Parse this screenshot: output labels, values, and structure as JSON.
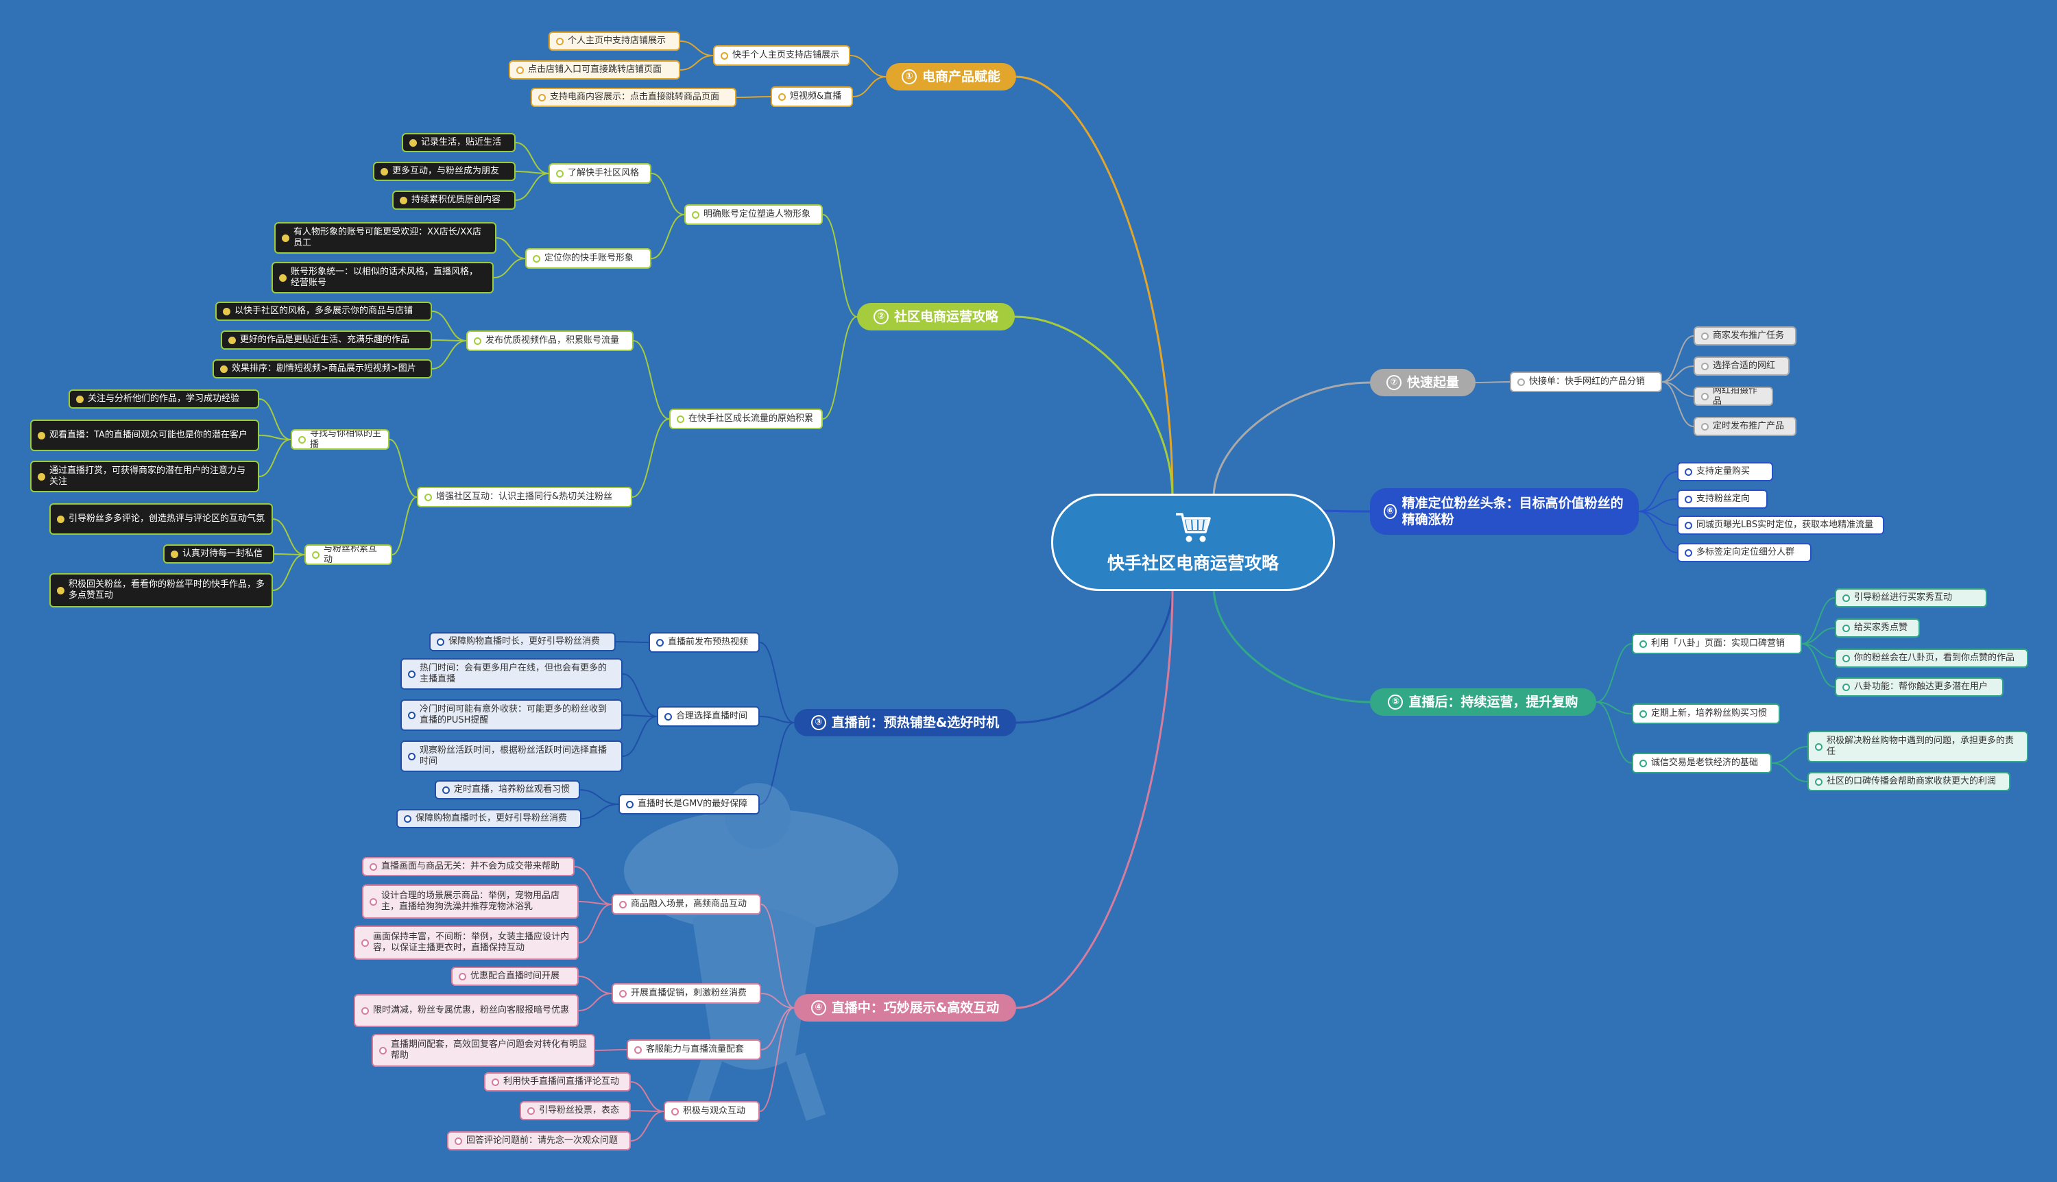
{
  "root": {
    "title": "快手社区电商运营攻略",
    "icon": "shopping-cart-icon"
  },
  "colors": {
    "background": "#3072b5",
    "b1": "#e1a62b",
    "b2": "#a5cc3d",
    "b3": "#1f4fa8",
    "b4": "#d67c9c",
    "b5": "#32a886",
    "b6": "#2651c9",
    "b7": "#a9a9a9"
  },
  "branches": [
    {
      "number": "①",
      "label": "电商产品赋能",
      "color": "#e1a62b"
    },
    {
      "number": "②",
      "label": "社区电商运营攻略",
      "color": "#a5cc3d"
    },
    {
      "number": "③",
      "label": "直播前：预热铺垫&选好时机",
      "color": "#1f4fa8"
    },
    {
      "number": "④",
      "label": "直播中：巧妙展示&高效互动",
      "color": "#d67c9c"
    },
    {
      "number": "⑤",
      "label": "直播后：持续运营，提升复购",
      "color": "#32a886"
    },
    {
      "number": "⑥",
      "label": "精准定位粉丝头条：目标高价值粉丝的精确涨粉",
      "color": "#2651c9"
    },
    {
      "number": "⑦",
      "label": "快速起量",
      "color": "#a9a9a9"
    }
  ],
  "nodes": {
    "b1": {
      "s1": "快手个人主页支持店铺展示",
      "s1_l1": "个人主页中支持店铺展示",
      "s1_l2": "点击店铺入口可直接跳转店铺页面",
      "s2": "短视频&直播",
      "s2_l1": "支持电商内容展示：点击直接跳转商品页面"
    },
    "b2": {
      "s1": "明确账号定位塑造人物形象",
      "s1a": "了解快手社区风格",
      "s1a_l1": "记录生活，贴近生活",
      "s1a_l2": "更多互动，与粉丝成为朋友",
      "s1a_l3": "持续累积优质原创内容",
      "s1b": "定位你的快手账号形象",
      "s1b_l1": "有人物形象的账号可能更受欢迎：XX店长/XX店员工",
      "s1b_l2": "账号形象统一：以相似的话术风格，直播风格，经营账号",
      "s2": "在快手社区成长流量的原始积累",
      "s2a": "发布优质视频作品，积累账号流量",
      "s2a_l1": "以快手社区的风格，多多展示你的商品与店铺",
      "s2a_l2": "更好的作品是更贴近生活、充满乐趣的作品",
      "s2a_l3": "效果排序：剧情短视频>商品展示短视频>图片",
      "s2b": "增强社区互动：认识主播同行&热切关注粉丝",
      "s2b1": "寻找与你相似的主播",
      "s2b1_l1": "关注与分析他们的作品，学习成功经验",
      "s2b1_l2": "观看直播：TA的直播间观众可能也是你的潜在客户",
      "s2b1_l3": "通过直播打赏，可获得商家的潜在用户的注意力与关注",
      "s2b2": "与粉丝积累互动",
      "s2b2_l1": "引导粉丝多多评论，创造热评与评论区的互动气氛",
      "s2b2_l2": "认真对待每一封私信",
      "s2b2_l3": "积极回关粉丝，看看你的粉丝平时的快手作品，多多点赞互动"
    },
    "b3": {
      "s1": "直播前发布预热视频",
      "s1_l1": "保障购物直播时长，更好引导粉丝消费",
      "s2": "合理选择直播时间",
      "s2_l1": "热门时间：会有更多用户在线，但也会有更多的主播直播",
      "s2_l2": "冷门时间可能有意外收获：可能更多的粉丝收到直播的PUSH提醒",
      "s2_l3": "观察粉丝活跃时间，根据粉丝活跃时间选择直播时间",
      "s3": "直播时长是GMV的最好保障",
      "s3_l1": "定时直播，培养粉丝观看习惯",
      "s3_l2": "保障购物直播时长，更好引导粉丝消费"
    },
    "b4": {
      "s1": "商品融入场景，高频商品互动",
      "s1_l1": "直播画面与商品无关：并不会为成交带来帮助",
      "s1_l2": "设计合理的场景展示商品：举例，宠物用品店主，直播给狗狗洗澡并推荐宠物沐浴乳",
      "s1_l3": "画面保持丰富，不间断：举例，女装主播应设计内容，以保证主播更衣时，直播保持互动",
      "s2": "开展直播促销，刺激粉丝消费",
      "s2_l1": "优惠配合直播时间开展",
      "s2_l2": "限时满减，粉丝专属优惠，粉丝向客服报暗号优惠",
      "s3": "客服能力与直播流量配套",
      "s3_l1": "直播期间配套，高效回复客户问题会对转化有明显帮助",
      "s4": "积极与观众互动",
      "s4_l1": "利用快手直播间直播评论互动",
      "s4_l2": "引导粉丝投票，表态",
      "s4_l3": "回答评论问题前：请先念一次观众问题"
    },
    "b5": {
      "s1": "利用「八卦」页面：实现口碑营销",
      "s1_l1": "引导粉丝进行买家秀互动",
      "s1_l2": "给买家秀点赞",
      "s1_l3": "你的粉丝会在八卦页，看到你点赞的作品",
      "s1_l4": "八卦功能：帮你触达更多潜在用户",
      "s2": "定期上新，培养粉丝购买习惯",
      "s3": "诚信交易是老铁经济的基础",
      "s3_l1": "积极解决粉丝购物中遇到的问题，承担更多的责任",
      "s3_l2": "社区的口碑传播会帮助商家收获更大的利润"
    },
    "b6": {
      "l1": "支持定量购买",
      "l2": "支持粉丝定向",
      "l3": "同城页曝光LBS实时定位，获取本地精准流量",
      "l4": "多标签定向定位细分人群"
    },
    "b7": {
      "s1": "快接单：快手网红的产品分销",
      "s1_l1": "商家发布推广任务",
      "s1_l2": "选择合适的网红",
      "s1_l3": "网红拍摄作品",
      "s1_l4": "定时发布推广产品"
    }
  }
}
